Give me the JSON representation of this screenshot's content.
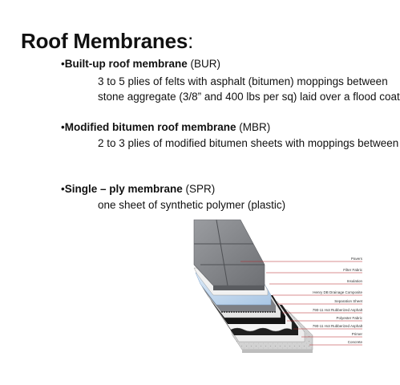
{
  "title": {
    "text": "Roof Membranes",
    "colon": ":"
  },
  "items": [
    {
      "bullet": "•",
      "name": "Built-up roof membrane",
      "abbr": " (BUR)",
      "lines": [
        "3 to 5 plies of felts with asphalt (bitumen) moppings between",
        "stone aggregate (3/8” and 400 lbs per sq) laid over a flood coat"
      ]
    },
    {
      "bullet": "•",
      "name": "Modified bitumen roof membrane",
      "abbr": " (MBR)",
      "lines": [
        "2 to 3 plies of modified bitumen sheets with moppings between"
      ]
    },
    {
      "bullet": "•",
      "name": "Single – ply membrane",
      "abbr": " (SPR)",
      "lines": [
        "one sheet of synthetic polymer (plastic)"
      ]
    }
  ],
  "figure": {
    "layers": [
      "Pavers",
      "Filter Fabric",
      "Insulation",
      "Henry DB Drainage Composite",
      "Separation Sheet",
      "790-11 Hot Rubberized Asphalt",
      "Polyester Fabric",
      "790-11 Hot Rubberized Asphalt",
      "Primer",
      "Concrete"
    ],
    "colors": {
      "pavers": "#8a8c90",
      "insulation": "#c8dcf0",
      "asphalt": "#1a1a1a",
      "concrete": "#cfcfcf",
      "leader": "#b32025"
    }
  }
}
